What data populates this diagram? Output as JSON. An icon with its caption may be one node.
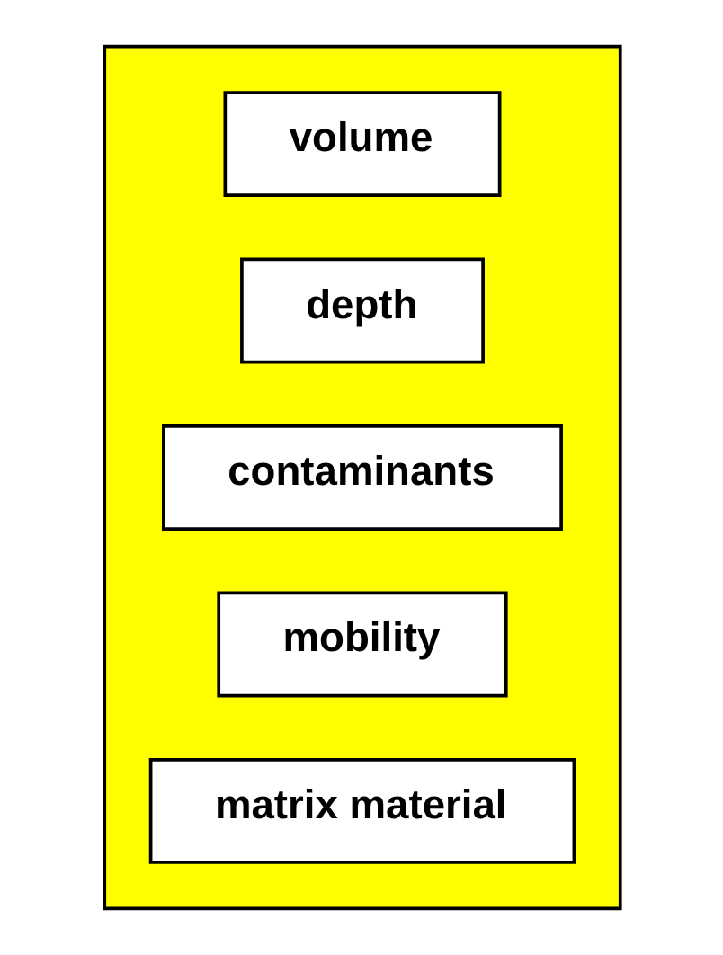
{
  "diagram": {
    "nodes": [
      {
        "text": [],
        "shape": "box"
      },
      {
        "text": [
          "volume"
        ],
        "in": 0
      },
      {
        "text": [
          "depth"
        ],
        "in": 0
      },
      {
        "text": [
          "contaminants"
        ],
        "in": 0
      },
      {
        "text": [
          "mobility"
        ],
        "in": 0
      },
      {
        "text": [
          "matrix material"
        ],
        "in": 0
      }
    ]
  }
}
